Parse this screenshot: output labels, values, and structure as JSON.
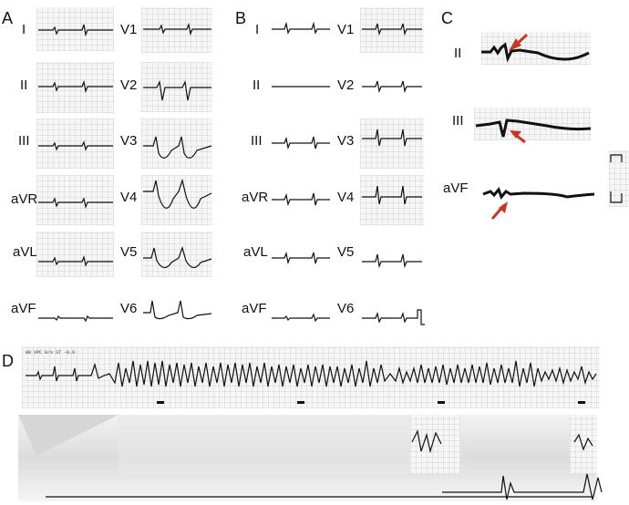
{
  "panels": {
    "a": "A",
    "b": "B",
    "c": "C",
    "d": "D"
  },
  "leads_left": [
    "I",
    "II",
    "III",
    "aVR",
    "aVL",
    "aVF"
  ],
  "leads_right": [
    "V1",
    "V2",
    "V3",
    "V4",
    "V5",
    "V6"
  ],
  "panel_c_leads": [
    "II",
    "III",
    "aVF"
  ],
  "colors": {
    "arrow": "#c0392b",
    "trace": "#111111",
    "grid": "#e6e6e6"
  },
  "strip_header": "80  VPC 0/s  ST -0.9"
}
